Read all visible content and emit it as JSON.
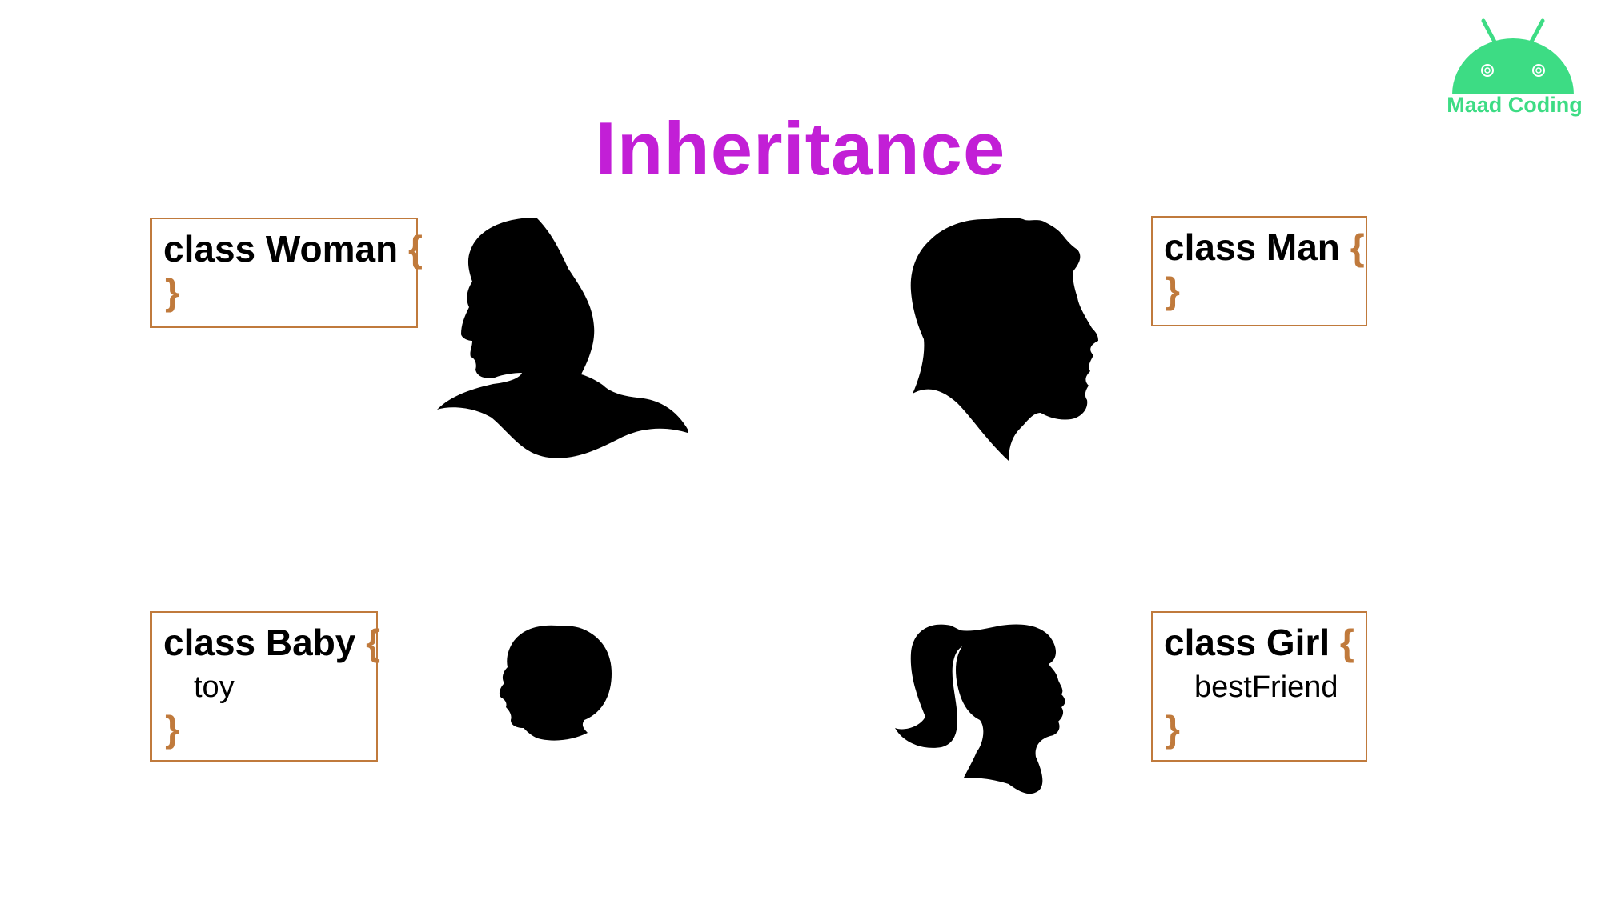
{
  "title": "Inheritance",
  "colors": {
    "title": "#c21fd6",
    "brace": "#c07a3c",
    "border": "#c07a3c",
    "logo_green": "#3ddc84",
    "silhouette": "#000000"
  },
  "logo": {
    "text": "Maad Coding",
    "icon": "android-robot-icon"
  },
  "classes": {
    "woman": {
      "header": "class Woman",
      "open": "{",
      "close": "}"
    },
    "man": {
      "header": "class Man",
      "open": "{",
      "close": "}"
    },
    "baby": {
      "header": "class Baby",
      "open": "{",
      "member": "toy",
      "close": "}"
    },
    "girl": {
      "header": "class Girl",
      "open": "{",
      "member": "bestFriend",
      "close": "}"
    }
  },
  "icons": {
    "woman": "woman-silhouette-icon",
    "man": "man-silhouette-icon",
    "baby": "baby-silhouette-icon",
    "girl": "girl-silhouette-icon"
  }
}
